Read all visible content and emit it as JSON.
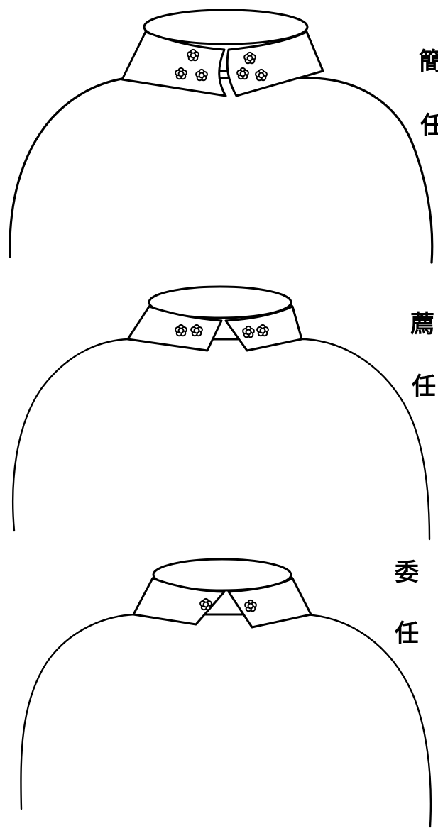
{
  "ranks": [
    {
      "id": "jian",
      "label_top": "簡",
      "label_bottom": "任",
      "stars_per_side": 3
    },
    {
      "id": "jian2",
      "label_top": "薦",
      "label_bottom": "任",
      "stars_per_side": 2
    },
    {
      "id": "wei",
      "label_top": "委",
      "label_bottom": "任",
      "stars_per_side": 1
    }
  ],
  "colors": {
    "ink": "#000000",
    "paper": "#ffffff"
  }
}
